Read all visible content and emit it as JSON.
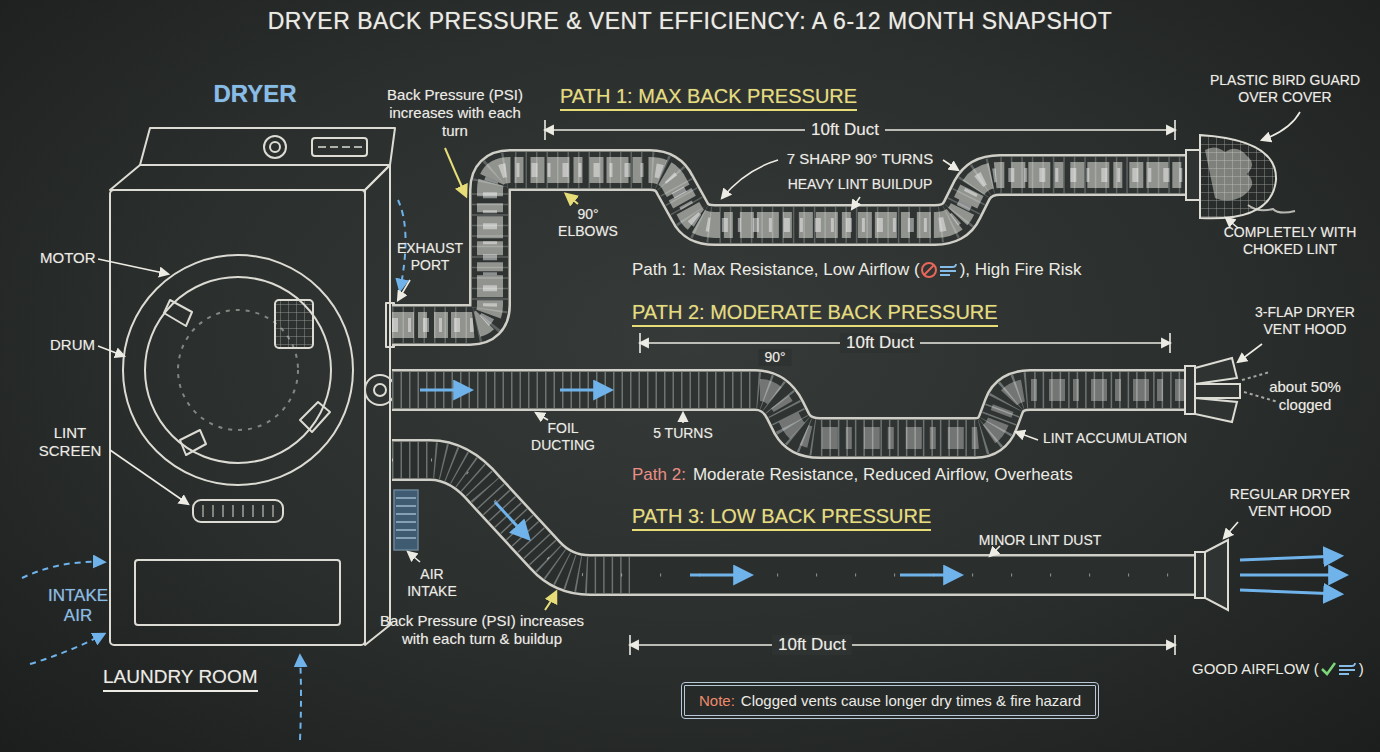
{
  "diagram": {
    "title": "DRYER BACK PRESSURE & VENT EFFICIENCY: A 6-12 MONTH SNAPSHOT",
    "nodes": [
      {
        "text": [
          "Note:",
          "Clogged vents cause longer dry times & fire hazard"
        ]
      }
    ],
    "labels": [
      "DRYER",
      "MOTOR",
      "DRUM",
      "LINT SCREEN",
      "INTAKE AIR",
      "LAUNDRY ROOM",
      "AIR INTAKE",
      "EXHAUST PORT",
      "Back Pressure (PSI) increases with each turn",
      "PATH 1: MAX BACK PRESSURE",
      "10ft Duct",
      "7 SHARP 90° TURNS",
      "HEAVY LINT BUILDUP",
      "90° ELBOWS",
      "PLASTIC BIRD GUARD OVER COVER",
      "COMPLETELY WITH CHOKED LINT",
      "Path 1:",
      "Max Resistance, Low Airflow (",
      "), High Fire Risk",
      "PATH 2: MODERATE BACK PRESSURE",
      "10ft Duct",
      "90°",
      "3-FLAP DRYER VENT HOOD",
      "about 50% clogged",
      "FOIL DUCTING",
      "5 TURNS",
      "LINT ACCUMULATION",
      "Path 2:",
      "Moderate Resistance, Reduced Airflow, Overheats",
      "PATH 3: LOW BACK PRESSURE",
      "MINOR LINT DUST",
      "REGULAR DRYER VENT HOOD",
      "10ft Duct",
      "GOOD AIRFLOW (",
      ")",
      "Back Pressure (PSI) increases with each turn & buildup"
    ]
  }
}
